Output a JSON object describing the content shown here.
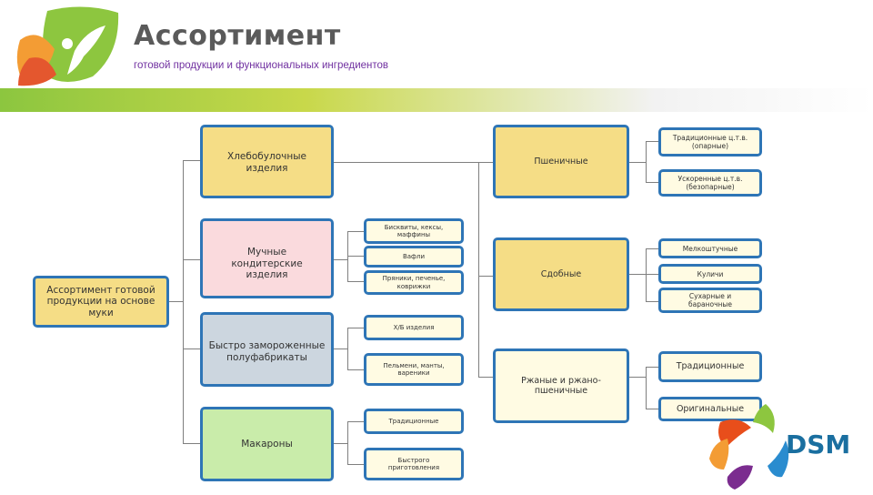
{
  "header": {
    "title": "Ассортимент",
    "subtitle": "готовой продукции и функциональных ингредиентов"
  },
  "root": "Ассортимент готовой продукции на основе муки",
  "categories": {
    "bakery": "Хлебобулочные изделия",
    "flour_confectionery": "Мучные кондитерские изделия",
    "frozen": "Быстро замороженные полуфабрикаты",
    "pasta": "Макароны"
  },
  "subcategories": {
    "biscuits": "Бисквиты, кексы, маффины",
    "wafers": "Вафли",
    "gingerbread": "Пряники, печенье, коврижки",
    "bread_products": "Х/Б изделия",
    "dumplings": "Пельмени, манты, вареники",
    "pasta_traditional": "Традиционные",
    "pasta_quick": "Быстрого приготовления"
  },
  "bread_types": {
    "wheat": "Пшеничные",
    "rich": "Сдобные",
    "rye": "Ржаные и ржано-пшеничные"
  },
  "leaves": {
    "traditional_sponge": "Традиционные ц.т.в. (опарные)",
    "accelerated": "Ускоренные ц.т.в. (безопарные)",
    "small_piece": "Мелкоштучные",
    "kulich": "Куличи",
    "rusks": "Сухарные и бараночные",
    "rye_traditional": "Традиционные",
    "rye_original": "Оригинальные"
  },
  "logo": {
    "text": "DSM"
  },
  "colors": {
    "border": "#2e75b6",
    "yellow": "#f5dd86",
    "pink": "#fadadd",
    "gray": "#ccd6df",
    "green": "#c9ecaa",
    "cream": "#fffbe3",
    "title": "#5a5a5a",
    "subtitle": "#7030a0",
    "logo_text": "#1a6fa0"
  }
}
